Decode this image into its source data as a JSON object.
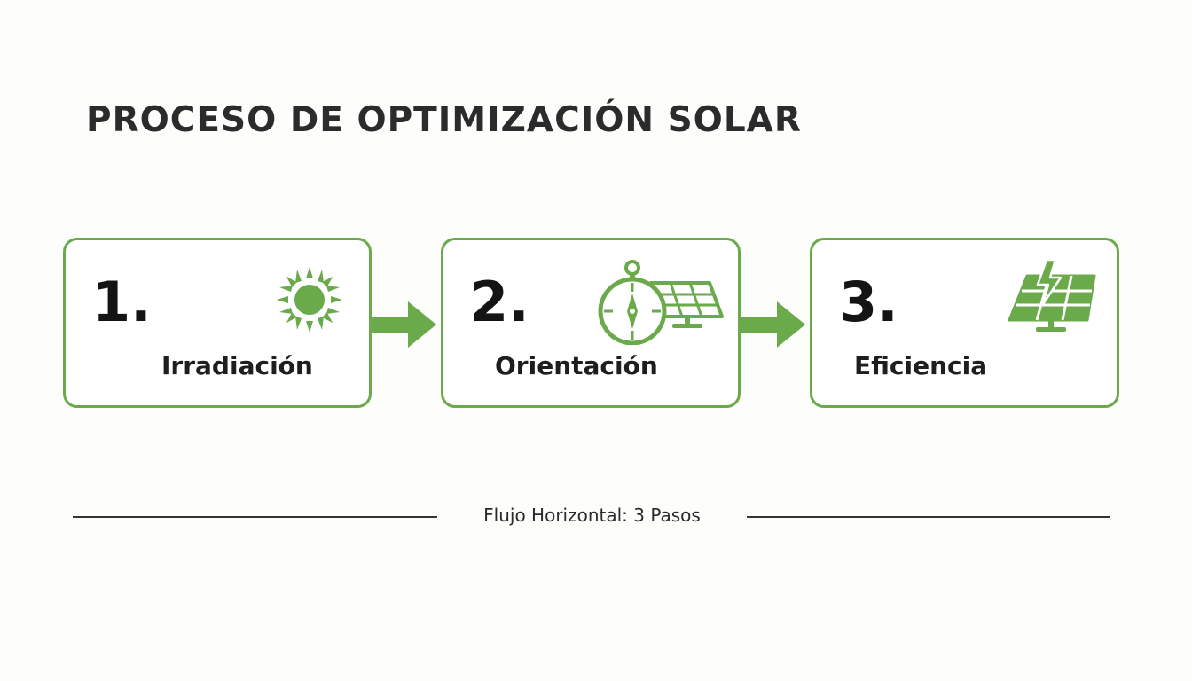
{
  "title": "PROCESO DE OPTIMIZACIÓN SOLAR",
  "accent_color": "#6aaa4b",
  "steps": [
    {
      "number": "1.",
      "label": "Irradiación",
      "icon": "sun-icon"
    },
    {
      "number": "2.",
      "label": "Orientación",
      "icon": "compass-solar-panel-icon"
    },
    {
      "number": "3.",
      "label": "Eficiencia",
      "icon": "solar-panel-lightning-icon"
    }
  ],
  "connectors": [
    "arrow-right-icon",
    "arrow-right-icon"
  ],
  "footer": {
    "caption": "Flujo Horizontal: 3 Pasos"
  }
}
